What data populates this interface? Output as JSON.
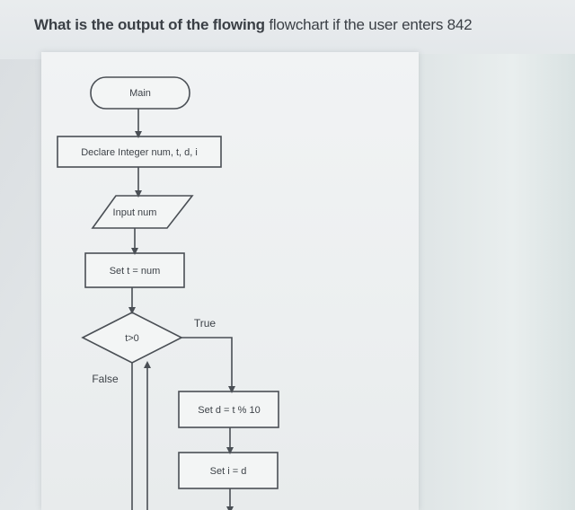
{
  "question": {
    "bold_part": "What is the output of the flowing",
    "normal_part": " flowchart if the user enters 842"
  },
  "flowchart": {
    "nodes": {
      "start": "Main",
      "declare": "Declare Integer num, t, d, i",
      "input": "Input num",
      "set_t": "Set t = num",
      "condition": "t>0",
      "set_d": "Set d = t % 10",
      "set_i": "Set i = d"
    },
    "edges": {
      "true_label": "True",
      "false_label": "False"
    }
  },
  "colors": {
    "stroke": "#4a4f55",
    "text": "#3d4248",
    "sheet": "#eef0f1",
    "question_text": "#3a3f45"
  }
}
